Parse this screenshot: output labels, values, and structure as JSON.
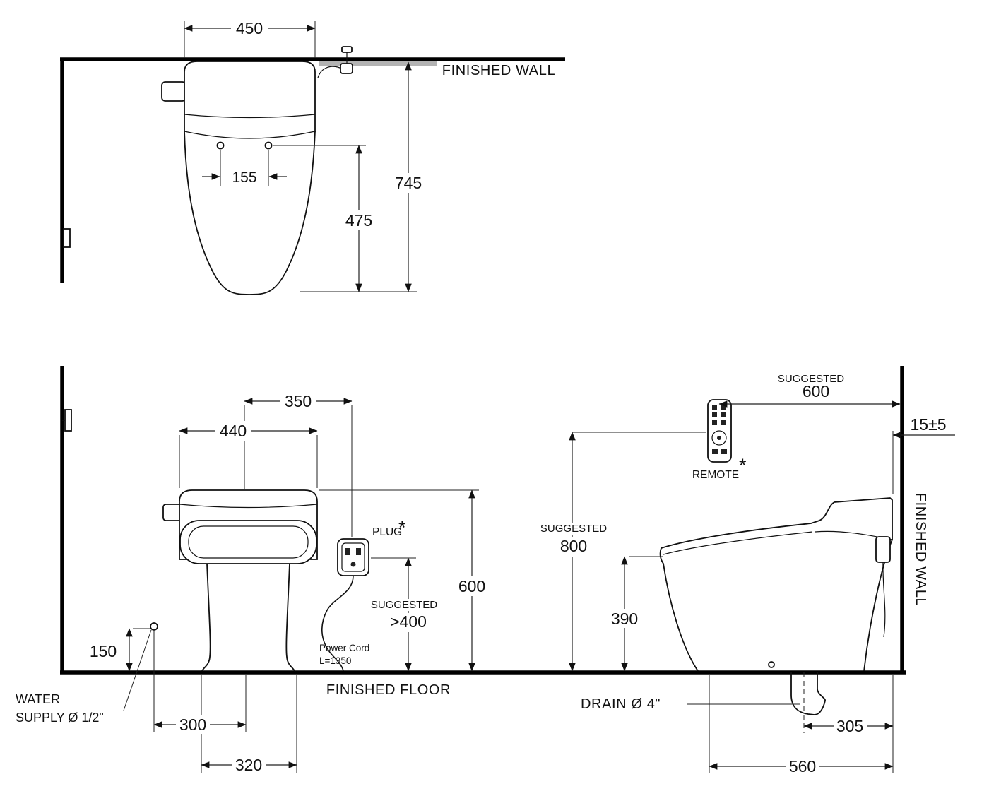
{
  "title": "Toilet installation dimension drawing",
  "colors": {
    "ink": "#111111",
    "background": "#ffffff",
    "wall_shade": "#b3b3b3"
  },
  "top_view": {
    "finished_wall": "FINISHED WALL",
    "dim_width": "450",
    "dim_height_total": "745",
    "dim_height_holes": "475",
    "dim_hole_spacing": "155"
  },
  "front_view": {
    "dim_plug_offset": "350",
    "dim_tank_width": "440",
    "plug_label": "PLUG",
    "plug_note": "*",
    "suggested": "SUGGESTED",
    "dim_plug_height": ">400",
    "dim_tank_height": "600",
    "dim_supply_height": "150",
    "water_supply_line1": "WATER",
    "water_supply_line2": "SUPPLY Ø 1/2\"",
    "power_cord_line1": "Power Cord",
    "power_cord_line2": "L=1350",
    "finished_floor": "FINISHED FLOOR",
    "dim_supply_offset": "300",
    "dim_base_width": "320"
  },
  "side_view": {
    "suggested_remote": "SUGGESTED",
    "dim_remote_offset": "600",
    "dim_wall_gap": "15±5",
    "remote_label": "REMOTE",
    "remote_note": "*",
    "suggested_height": "SUGGESTED",
    "dim_remote_height": "800",
    "dim_bowl_height": "390",
    "finished_wall": "FINISHED WALL",
    "drain_label": "DRAIN Ø 4\"",
    "dim_drain_offset": "305",
    "dim_depth": "560"
  }
}
